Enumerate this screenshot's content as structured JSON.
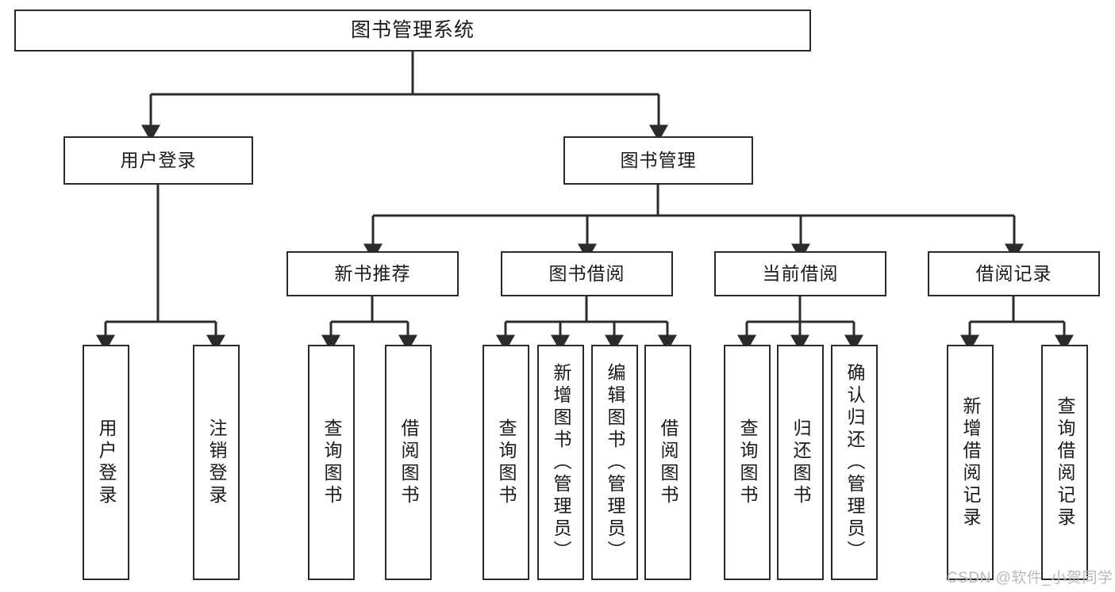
{
  "diagram": {
    "type": "tree-hierarchy-chart",
    "title_node": {
      "label": "图书管理系统"
    },
    "level2": [
      {
        "id": "user-login",
        "label": "用户登录"
      },
      {
        "id": "book-manage",
        "label": "图书管理"
      }
    ],
    "level3": [
      {
        "id": "new-book-recommend",
        "label": "新书推荐",
        "parent": "book-manage"
      },
      {
        "id": "book-borrow",
        "label": "图书借阅",
        "parent": "book-manage"
      },
      {
        "id": "current-borrow",
        "label": "当前借阅",
        "parent": "book-manage"
      },
      {
        "id": "borrow-record",
        "label": "借阅记录",
        "parent": "book-manage"
      }
    ],
    "leaves": [
      {
        "id": "leaf-user-login",
        "label": "用户登录",
        "parent": "user-login"
      },
      {
        "id": "leaf-logout-login",
        "label": "注销登录",
        "parent": "user-login"
      },
      {
        "id": "leaf-query-book-1",
        "label": "查询图书",
        "parent": "new-book-recommend"
      },
      {
        "id": "leaf-borrow-book-1",
        "label": "借阅图书",
        "parent": "new-book-recommend"
      },
      {
        "id": "leaf-query-book-2",
        "label": "查询图书",
        "parent": "book-borrow"
      },
      {
        "id": "leaf-add-book",
        "label": "新增图书（管理员）",
        "parent": "book-borrow"
      },
      {
        "id": "leaf-edit-book",
        "label": "编辑图书（管理员）",
        "parent": "book-borrow"
      },
      {
        "id": "leaf-borrow-book-2",
        "label": "借阅图书",
        "parent": "book-borrow"
      },
      {
        "id": "leaf-query-book-3",
        "label": "查询图书",
        "parent": "current-borrow"
      },
      {
        "id": "leaf-return-book",
        "label": "归还图书",
        "parent": "current-borrow"
      },
      {
        "id": "leaf-confirm-return",
        "label": "确认归还（管理员）",
        "parent": "current-borrow"
      },
      {
        "id": "leaf-add-record",
        "label": "新增借阅记录",
        "parent": "borrow-record"
      },
      {
        "id": "leaf-query-record",
        "label": "查询借阅记录",
        "parent": "borrow-record"
      }
    ],
    "watermark": "CSDN @软件_小贺同学",
    "colors": {
      "stroke": "#2b2b2b",
      "fill": "#ffffff",
      "text": "#1a1a1a",
      "watermark": "#b9b9b9"
    }
  }
}
